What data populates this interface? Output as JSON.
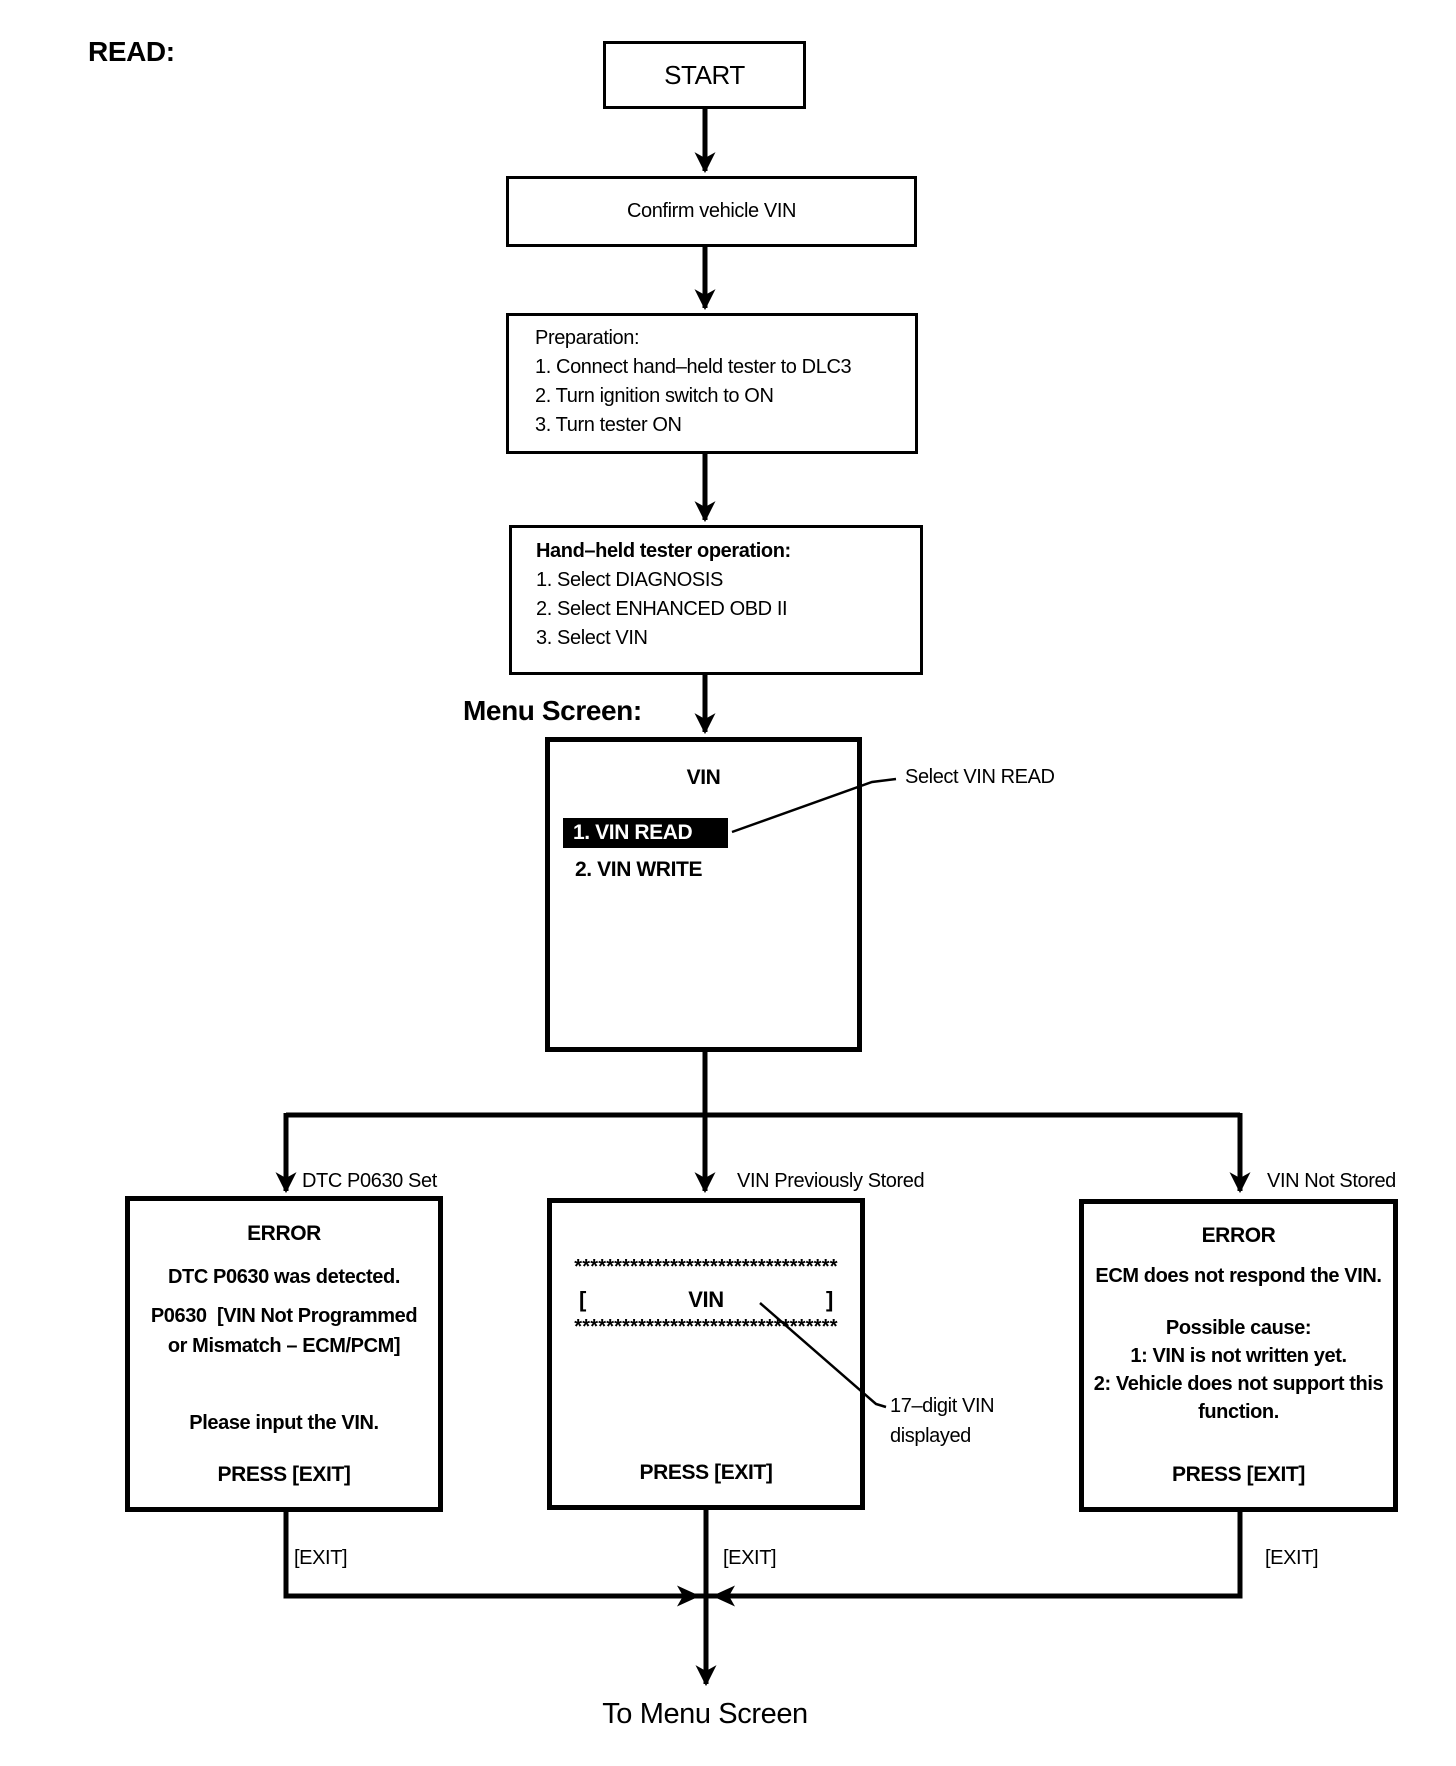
{
  "colors": {
    "ink": "#000000",
    "paper": "#ffffff",
    "highlight_bg": "#000000",
    "highlight_text": "#ffffff"
  },
  "header": {
    "read_label": "READ:"
  },
  "flow": {
    "start_label": "START",
    "confirm_label": "Confirm vehicle VIN",
    "preparation": {
      "title": "Preparation:",
      "steps": [
        "1. Connect hand–held tester to DLC3",
        "2. Turn ignition switch to ON",
        "3. Turn tester ON"
      ]
    },
    "tester_operation": {
      "title": "Hand–held tester operation:",
      "steps": [
        "1. Select DIAGNOSIS",
        "2. Select ENHANCED OBD II",
        "3. Select VIN"
      ]
    },
    "menu_screen_label": "Menu Screen:",
    "menu": {
      "title": "VIN",
      "item_selected": "1. VIN READ",
      "item_other": "2. VIN WRITE",
      "callout": "Select VIN READ"
    }
  },
  "branches": {
    "dtc": {
      "arrow_label": "DTC P0630 Set",
      "title": "ERROR",
      "lines": [
        "DTC P0630 was detected.",
        "P0630  [VIN Not Programmed",
        "or Mismatch – ECM/PCM]",
        "Please input the VIN."
      ],
      "press": "PRESS [EXIT]",
      "exit": "[EXIT]"
    },
    "stored": {
      "arrow_label": "VIN Previously Stored",
      "stars_top": "*********************************",
      "bracket_open": "[",
      "vin": "VIN",
      "bracket_close": "]",
      "stars_bottom": "*********************************",
      "press": "PRESS [EXIT]",
      "exit": "[EXIT]",
      "callout_line1": "17–digit VIN",
      "callout_line2": "displayed"
    },
    "not_stored": {
      "arrow_label": "VIN Not Stored",
      "title": "ERROR",
      "lines": [
        "ECM does not respond the VIN.",
        "Possible cause:",
        "1: VIN is not written yet.",
        "2: Vehicle does not support this",
        "function."
      ],
      "press": "PRESS [EXIT]",
      "exit": "[EXIT]"
    }
  },
  "footer": {
    "to_menu": "To Menu Screen"
  }
}
